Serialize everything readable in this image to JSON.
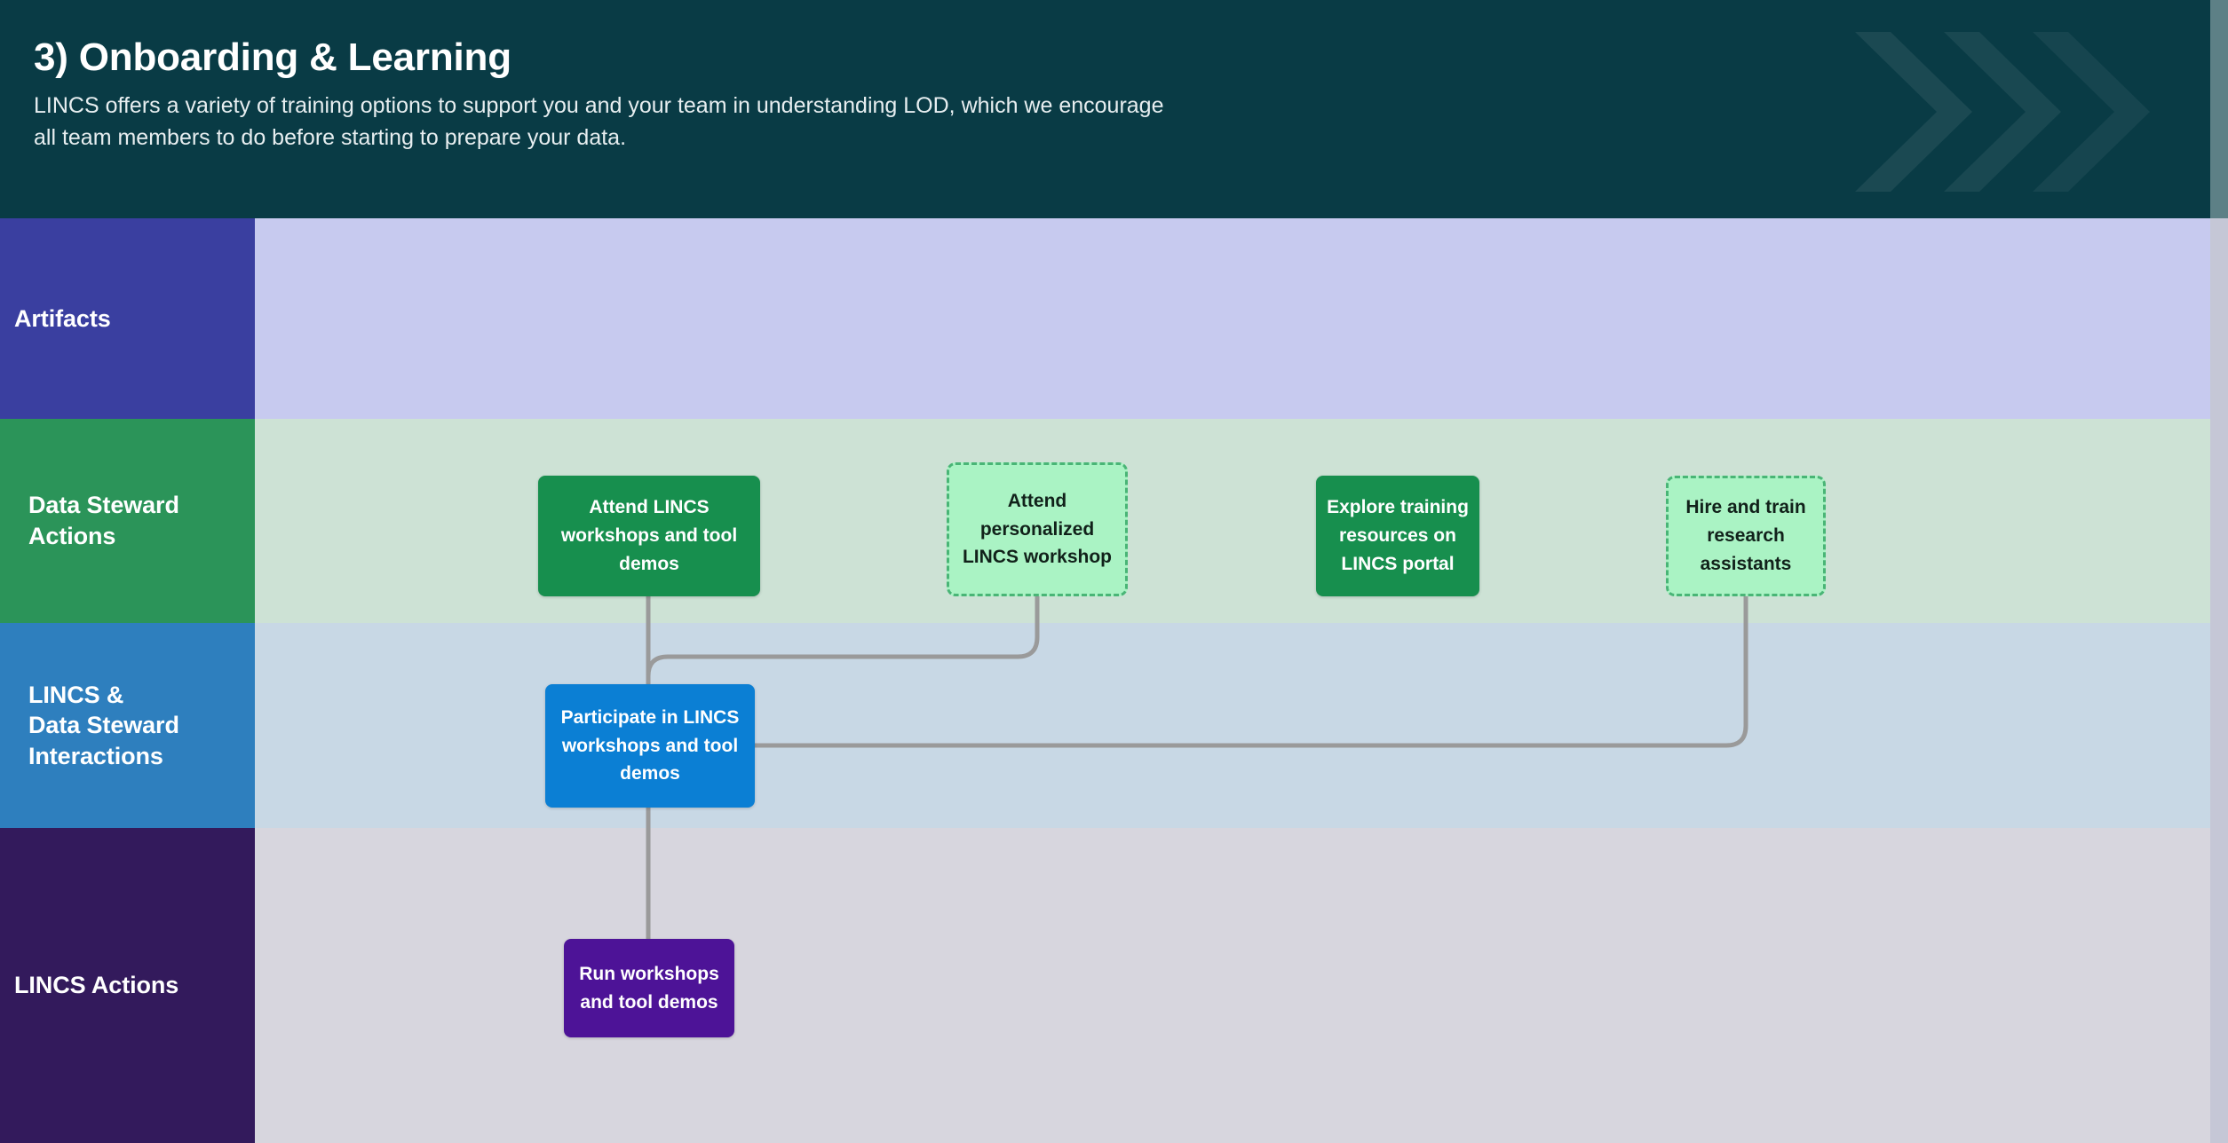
{
  "header": {
    "title": "3) Onboarding & Learning",
    "subtitle": "LINCS offers a variety of training options to support you and your team in understanding LOD, which we encourage all team members to do before starting to prepare your data.",
    "background_color": "#093b45",
    "decoration_icon": "double-chevron-right-icon"
  },
  "lanes": [
    {
      "id": "artifacts",
      "label": "Artifacts",
      "label_color": "#3a3fa0",
      "body_color": "#c7caef"
    },
    {
      "id": "steward",
      "label": "Data Steward\nActions",
      "label_color": "#2b9459",
      "body_color": "#cde2d5"
    },
    {
      "id": "interact",
      "label": "LINCS &\nData Steward\nInteractions",
      "label_color": "#2e7fbe",
      "body_color": "#c8d8e5"
    },
    {
      "id": "lincs",
      "label": "LINCS Actions",
      "label_color": "#331a5c",
      "body_color": "#d7d6de"
    }
  ],
  "lane_labels": {
    "artifacts": "Artifacts",
    "steward_line1": "Data Steward",
    "steward_line2": "Actions",
    "interact_line1": "LINCS &",
    "interact_line2": "Data Steward",
    "interact_line3": "Interactions",
    "lincs": "LINCS Actions"
  },
  "nodes": [
    {
      "id": "attend-workshops",
      "lane": "steward",
      "style": "solid-green",
      "text": "Attend LINCS workshops and tool demos"
    },
    {
      "id": "attend-personalized",
      "lane": "steward",
      "style": "dashed-green",
      "text": "Attend personalized LINCS workshop"
    },
    {
      "id": "explore-training",
      "lane": "steward",
      "style": "solid-green",
      "text": "Explore training resources on LINCS portal"
    },
    {
      "id": "hire-train-ra",
      "lane": "steward",
      "style": "dashed-green",
      "text": "Hire and train research assistants"
    },
    {
      "id": "participate-workshops",
      "lane": "interact",
      "style": "solid-blue",
      "text": "Participate in LINCS workshops and tool demos"
    },
    {
      "id": "run-workshops",
      "lane": "lincs",
      "style": "solid-purple",
      "text": "Run workshops and tool demos"
    }
  ],
  "node_text": {
    "attend_workshops": "Attend LINCS workshops and tool demos",
    "attend_personalized": "Attend personalized LINCS workshop",
    "explore_training": "Explore training resources on LINCS portal",
    "hire_train_ra": "Hire and train research assistants",
    "participate_workshops": "Participate in LINCS workshops and tool demos",
    "run_workshops": "Run workshops and tool demos"
  },
  "connectors": [
    {
      "from": "attend-workshops",
      "to": "participate-workshops",
      "color": "#9a9a9a"
    },
    {
      "from": "attend-personalized",
      "to": "participate-workshops",
      "color": "#9a9a9a"
    },
    {
      "from": "hire-train-ra",
      "to": "participate-workshops",
      "color": "#9a9a9a"
    },
    {
      "from": "participate-workshops",
      "to": "run-workshops",
      "color": "#9a9a9a"
    }
  ],
  "colors": {
    "connector": "#9a9a9a",
    "solid_green": "#178f4e",
    "dashed_green_fill": "#aaf3c4",
    "dashed_green_border": "#49b576",
    "solid_blue": "#0b7fd4",
    "solid_purple": "#4d1397",
    "header_bg": "#093b45"
  }
}
